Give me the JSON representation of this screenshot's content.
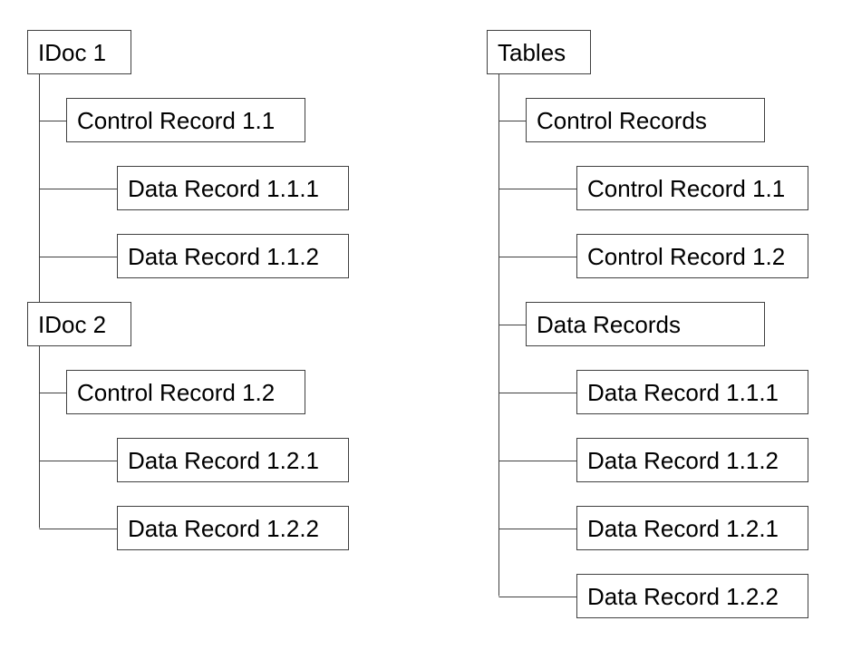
{
  "diagram": {
    "colors": {
      "background": "#ffffff",
      "box_fill": "#ffffff",
      "box_border": "#404040",
      "line": "#404040",
      "text": "#000000"
    },
    "trees": [
      {
        "name": "idoc-tree",
        "nodes": [
          {
            "label": "IDoc 1",
            "level": 0
          },
          {
            "label": "Control Record 1.1",
            "level": 1
          },
          {
            "label": "Data Record 1.1.1",
            "level": 2
          },
          {
            "label": "Data Record 1.1.2",
            "level": 2
          },
          {
            "label": "IDoc 2",
            "level": 0
          },
          {
            "label": "Control Record 1.2",
            "level": 1
          },
          {
            "label": "Data Record 1.2.1",
            "level": 2
          },
          {
            "label": "Data Record 1.2.2",
            "level": 2
          }
        ]
      },
      {
        "name": "tables-tree",
        "nodes": [
          {
            "label": "Tables",
            "level": 0
          },
          {
            "label": "Control Records",
            "level": 1
          },
          {
            "label": "Control Record 1.1",
            "level": 2
          },
          {
            "label": "Control Record 1.2",
            "level": 2
          },
          {
            "label": "Data Records",
            "level": 1
          },
          {
            "label": "Data Record 1.1.1",
            "level": 2
          },
          {
            "label": "Data Record 1.1.2",
            "level": 2
          },
          {
            "label": "Data Record 1.2.1",
            "level": 2
          },
          {
            "label": "Data Record 1.2.2",
            "level": 2
          }
        ]
      }
    ]
  }
}
